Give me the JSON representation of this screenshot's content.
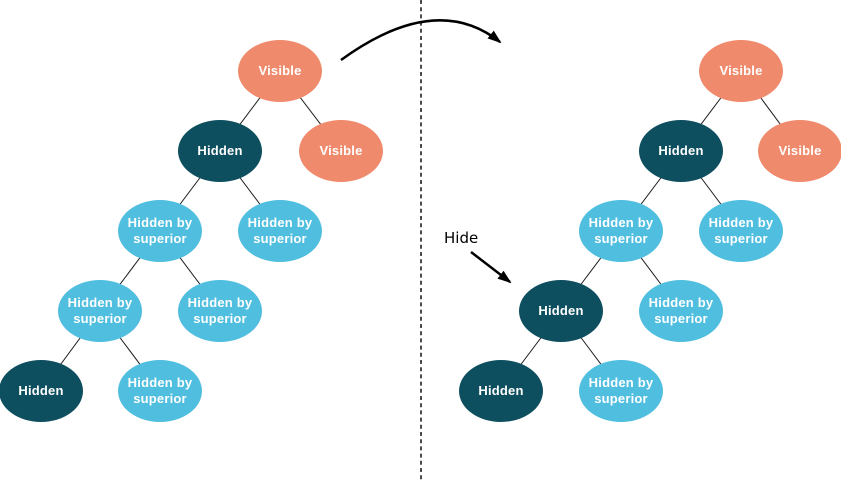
{
  "diagram": {
    "annotation": {
      "hide_label": "Hide"
    },
    "colors": {
      "visible": "#F08A6C",
      "hidden": "#0E4F5F",
      "hidden_by_superior": "#4FBEDF",
      "edge_line": "#1C1C1C",
      "arrow": "#000000",
      "node_text": "#FFFFFF"
    },
    "left_tree": {
      "nodes": [
        {
          "label": "Visible",
          "state": "visible"
        },
        {
          "label": "Hidden",
          "state": "hidden"
        },
        {
          "label": "Visible",
          "state": "visible"
        },
        {
          "label": "Hidden by superior",
          "state": "hidden_by_superior"
        },
        {
          "label": "Hidden by superior",
          "state": "hidden_by_superior"
        },
        {
          "label": "Hidden by superior",
          "state": "hidden_by_superior"
        },
        {
          "label": "Hidden by superior",
          "state": "hidden_by_superior"
        },
        {
          "label": "Hidden",
          "state": "hidden"
        },
        {
          "label": "Hidden by superior",
          "state": "hidden_by_superior"
        }
      ]
    },
    "right_tree": {
      "nodes": [
        {
          "label": "Visible",
          "state": "visible"
        },
        {
          "label": "Hidden",
          "state": "hidden"
        },
        {
          "label": "Visible",
          "state": "visible"
        },
        {
          "label": "Hidden by superior",
          "state": "hidden_by_superior"
        },
        {
          "label": "Hidden by superior",
          "state": "hidden_by_superior"
        },
        {
          "label": "Hidden",
          "state": "hidden"
        },
        {
          "label": "Hidden by superior",
          "state": "hidden_by_superior"
        },
        {
          "label": "Hidden",
          "state": "hidden"
        },
        {
          "label": "Hidden by superior",
          "state": "hidden_by_superior"
        }
      ]
    }
  }
}
